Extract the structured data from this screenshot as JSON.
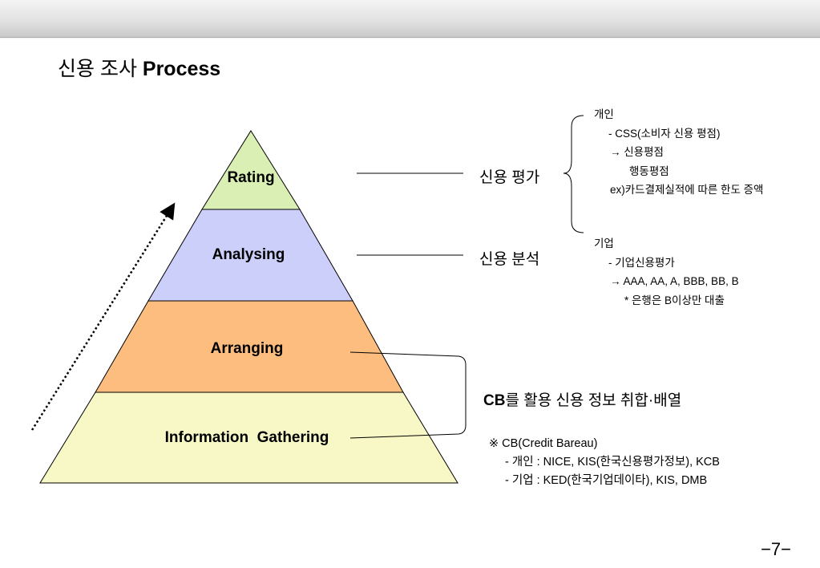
{
  "header": {
    "title_ko": "신용 조사",
    "title_en": "Process"
  },
  "pyramid": {
    "tiers": [
      {
        "label": "Rating",
        "color": "#d9efb3"
      },
      {
        "label": "Analysing",
        "color": "#cccffa"
      },
      {
        "label": "Arranging",
        "color": "#fcbd7f"
      },
      {
        "label": "Information  Gathering",
        "color": "#f8f7c6"
      }
    ]
  },
  "right_labels": {
    "credit_rating": "신용 평가",
    "credit_analysis": "신용 분석",
    "cb_prefix": "CB",
    "cb_rest": "를 활용 신용 정보 취합·배열"
  },
  "notes": {
    "individual": {
      "heading": "개인",
      "lines": [
        "- CSS(소비자 신용 평점)",
        "→ 신용평점",
        "행동평점",
        "ex)카드결제실적에 따른 한도 증액"
      ]
    },
    "corporate": {
      "heading": "기업",
      "lines": [
        "- 기업신용평가",
        "→ AAA, AA, A, BBB, BB, B",
        "* 은행은 B이상만 대출"
      ]
    },
    "cb": {
      "lines": [
        "※ CB(Credit Bareau)",
        "- 개인 : NICE, KIS(한국신용평가정보), KCB",
        "- 기업 : KED(한국기업데이타), KIS, DMB"
      ]
    }
  },
  "footer": {
    "page": "−7−"
  }
}
